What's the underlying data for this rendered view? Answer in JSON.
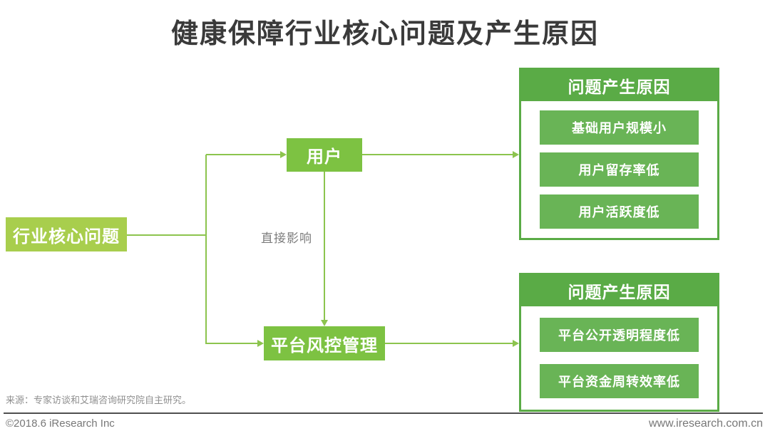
{
  "title": "健康保障行业核心问题及产生原因",
  "diagram": {
    "root_label": "行业核心问题",
    "user_label": "用户",
    "platform_label": "平台风控管理",
    "edge_label": "直接影响",
    "panels": [
      {
        "header": "问题产生原因",
        "items": [
          "基础用户规模小",
          "用户留存率低",
          "用户活跃度低"
        ]
      },
      {
        "header": "问题产生原因",
        "items": [
          "平台公开透明程度低",
          "平台资金周转效率低"
        ]
      }
    ]
  },
  "footer": {
    "source": "来源：专家访谈和艾瑞咨询研究院自主研究。",
    "copyright": "©2018.6 iResearch Inc",
    "website": "www.iresearch.com.cn"
  },
  "colors": {
    "root_box": "#a8ce4d",
    "node_box": "#7dc242",
    "panel_green": "#5aab46",
    "item_green": "#69b456",
    "connector": "#8cc44e",
    "title_text": "#3a3a3a",
    "muted_text": "#7d7d7d"
  }
}
